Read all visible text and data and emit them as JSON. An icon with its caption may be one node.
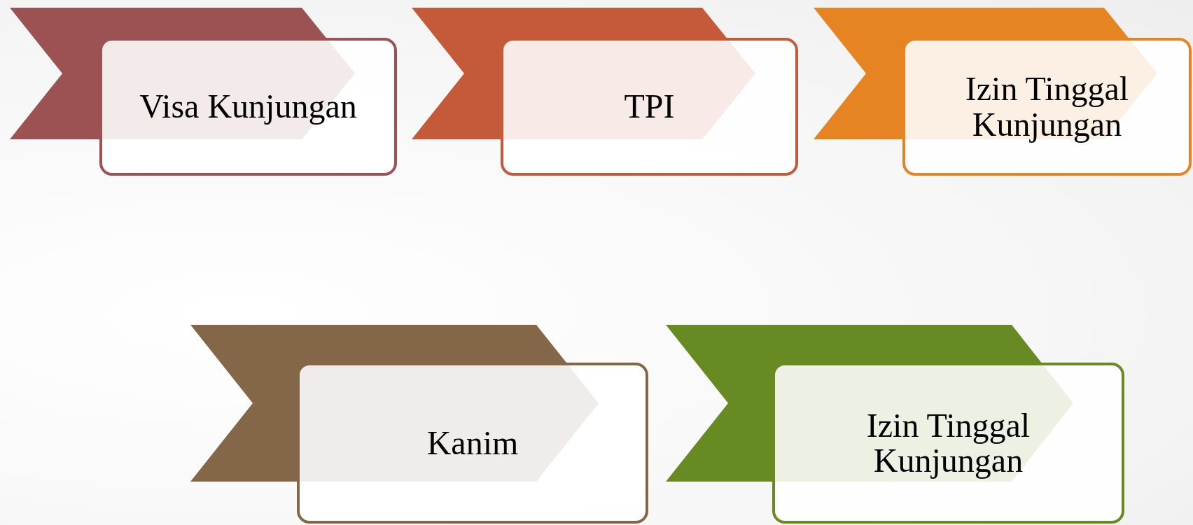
{
  "diagram": {
    "nodes": [
      {
        "text": [
          "Visa Kunjungan"
        ]
      },
      {
        "text": [
          "TPI"
        ]
      },
      {
        "text": [
          "Izin Tinggal Kunjungan"
        ]
      },
      {
        "text": [
          "Kanim"
        ]
      },
      {
        "text": [
          "Izin Tinggal Kunjungan"
        ]
      }
    ]
  }
}
